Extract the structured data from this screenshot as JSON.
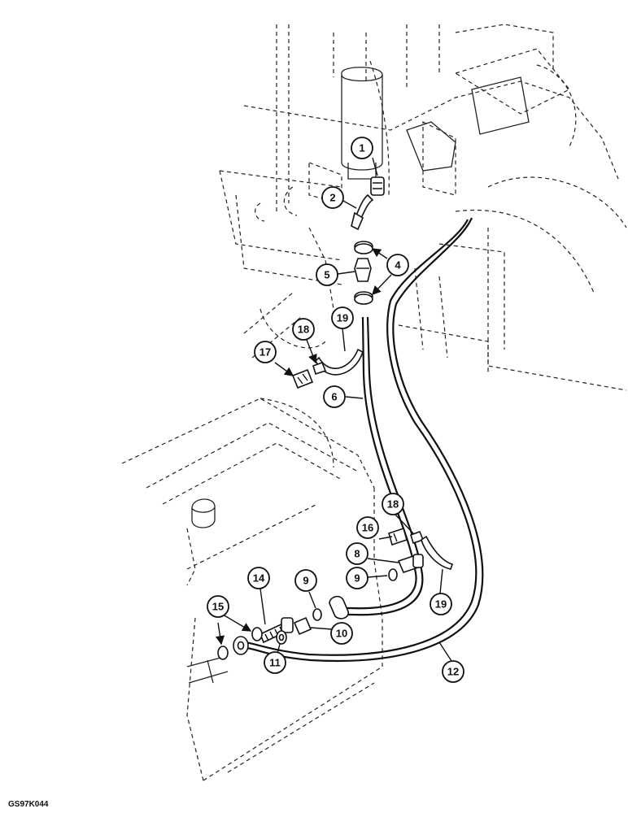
{
  "diagram": {
    "reference_code": "GS97K044",
    "callouts": [
      {
        "id": "c1",
        "label": "1"
      },
      {
        "id": "c2",
        "label": "2"
      },
      {
        "id": "c4",
        "label": "4"
      },
      {
        "id": "c5",
        "label": "5"
      },
      {
        "id": "c19a",
        "label": "19"
      },
      {
        "id": "c18a",
        "label": "18"
      },
      {
        "id": "c17",
        "label": "17"
      },
      {
        "id": "c6",
        "label": "6"
      },
      {
        "id": "c18b",
        "label": "18"
      },
      {
        "id": "c16",
        "label": "16"
      },
      {
        "id": "c8",
        "label": "8"
      },
      {
        "id": "c9a",
        "label": "9"
      },
      {
        "id": "c9b",
        "label": "9"
      },
      {
        "id": "c19b",
        "label": "19"
      },
      {
        "id": "c14",
        "label": "14"
      },
      {
        "id": "c15",
        "label": "15"
      },
      {
        "id": "c10",
        "label": "10"
      },
      {
        "id": "c11",
        "label": "11"
      },
      {
        "id": "c12",
        "label": "12"
      }
    ]
  }
}
